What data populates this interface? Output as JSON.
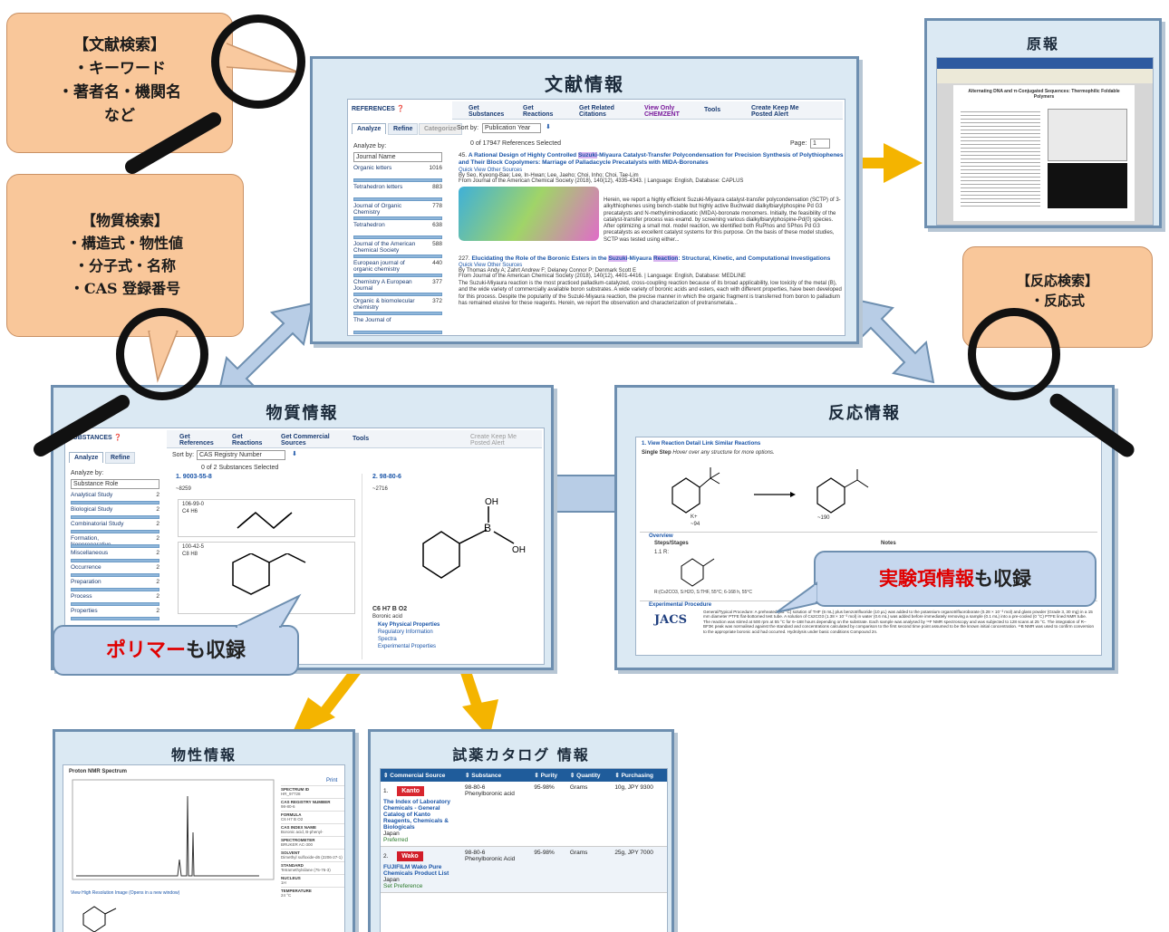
{
  "callouts": {
    "lit_search": {
      "title": "【文献検索】",
      "lines": [
        "・キーワード",
        "・著者名・機関名",
        "など"
      ]
    },
    "sub_search": {
      "title": "【物質検索】",
      "lines": [
        "・構造式・物性値",
        "・分子式・名称",
        "・CAS 登録番号"
      ]
    },
    "rxn_search": {
      "title": "【反応検索】",
      "lines": [
        "・反応式"
      ]
    },
    "polymer": {
      "red": "ポリマー",
      "black": "も収録"
    },
    "experimental": {
      "red": "実験項情報",
      "black": "も収録"
    }
  },
  "panels": {
    "references": {
      "title": "文献情報",
      "header": "REFERENCES",
      "toolbar": [
        "Get Substances",
        "Get Reactions",
        "Get Related Citations",
        "View Only CHEMZENT",
        "Tools",
        "Create Keep Me Posted Alert"
      ],
      "tabs": [
        "Analyze",
        "Refine",
        "Categorize"
      ],
      "sort_by": "Sort by:",
      "sort_value": "Publication Year",
      "selected": "0 of 17947 References Selected",
      "page_label": "Page:",
      "page_value": "1",
      "analyze_by": "Analyze by:",
      "analyze_value": "Journal Name",
      "side": [
        {
          "label": "Organic letters",
          "count": "1016"
        },
        {
          "label": "Tetrahedron letters",
          "count": "883"
        },
        {
          "label": "Journal of Organic Chemistry",
          "count": "778"
        },
        {
          "label": "Tetrahedron",
          "count": "638"
        },
        {
          "label": "Journal of the American Chemical Society",
          "count": "588"
        },
        {
          "label": "European journal of organic chemistry",
          "count": "440"
        },
        {
          "label": "Chemistry A European Journal",
          "count": "377"
        },
        {
          "label": "Organic & biomolecular chemistry",
          "count": "372"
        },
        {
          "label": "The Journal of",
          "count": ""
        }
      ],
      "ref1": {
        "num": "45.",
        "title_a": "A Rational Design of Highly Controlled ",
        "title_hl": "Suzuki",
        "title_b": "-Miyaura Catalyst-Transfer Polycondensation for Precision Synthesis of Polythiophenes and Their Block Copolymers: Marriage of Palladacycle Precatalysts with MIDA-Boronates",
        "links": "Quick View   Other Sources",
        "authors": "By Seo, Kyeong-Bae; Lee, In-Hwan; Lee, Jaeho; Choi, Inho; Choi, Tae-Lim",
        "source": "From Journal of the American Chemical Society (2018), 140(12), 4335-4343. | Language: English, Database: CAPLUS",
        "abstract": "Herein, we report a highly efficient Suzuki-Miyaura catalyst-transfer polycondensation (SCTP) of 3-alkylthiophenes using bench-stable but highly active Buchwald dialkylbiarylphospine Pd G3 precatalysts and N-methyliminodiacetic (MIDA)-boronate monomers. Initially, the feasibility of the catalyst-transfer process was examd. by screening various dialkylbiarylphospine-Pd(0) species. After optimizing a small mol. model reaction, we identified both RuPhos and SPhos Pd G3 precatalysts as excellent catalyst systems for this purpose. On the basis of these model studies, SCTP was tested using either..."
      },
      "ref2": {
        "num": "227.",
        "title_a": "Elucidating the Role of the Boronic Esters in the ",
        "title_hl": "Suzuki",
        "title_b": "-Miyaura ",
        "title_hl2": "Reaction",
        "title_c": ": Structural, Kinetic, and Computational Investigations",
        "links": "Quick View   Other Sources",
        "authors": "By Thomas Andy A; Zahrt Andrew F; Delaney Connor P; Denmark Scott E",
        "source": "From Journal of the American Chemical Society (2018), 140(12), 4401-4416. | Language: English, Database: MEDLINE",
        "abstract": "The Suzuki-Miyaura reaction is the most practiced palladium-catalyzed, cross-coupling reaction because of its broad applicability, low toxicity of the metal (B), and the wide variety of commercially available boron substrates. A wide variety of boronic acids and esters, each with different properties, have been developed for this process. Despite the popularity of the Suzuki-Miyaura reaction, the precise manner in which the organic fragment is transferred from boron to palladium has remained elusive for these reagents. Herein, we report the observation and characterization of pretransmetala..."
      }
    },
    "original": {
      "title": "原報",
      "paper_title": "Alternating DNA and π-Conjugated Sequences: Thermophilic Foldable Polymers"
    },
    "substances": {
      "title": "物質情報",
      "header": "SUBSTANCES",
      "toolbar": [
        "Get References",
        "Get Reactions",
        "Get Commercial Sources",
        "Tools",
        "Create Keep Me Posted Alert"
      ],
      "tabs": [
        "Analyze",
        "Refine"
      ],
      "sort_by": "Sort by:",
      "sort_value": "CAS Registry Number",
      "selected": "0 of 2 Substances Selected",
      "analyze_by": "Analyze by:",
      "analyze_value": "Substance Role",
      "side": [
        {
          "label": "Analytical Study",
          "count": "2"
        },
        {
          "label": "Biological Study",
          "count": "2"
        },
        {
          "label": "Combinatorial Study",
          "count": "2"
        },
        {
          "label": "Formation, Nonpreparative",
          "count": "2"
        },
        {
          "label": "Miscellaneous",
          "count": "2"
        },
        {
          "label": "Occurrence",
          "count": "2"
        },
        {
          "label": "Preparation",
          "count": "2"
        },
        {
          "label": "Process",
          "count": "2"
        },
        {
          "label": "Properties",
          "count": "2"
        }
      ],
      "sub1": {
        "num": "1.",
        "cas": "9003-55-8",
        "refs": "~8259",
        "comp1": "106-99-0",
        "f1": "C4 H6",
        "comp2": "100-42-5",
        "f2": "C8 H8"
      },
      "sub2": {
        "num": "2.",
        "cas": "98-80-6",
        "refs": "~2716",
        "formula": "C6 H7 B O2",
        "name": "Boronic acid",
        "key": "Key Physical Properties",
        "reg": "Regulatory Information",
        "spec": "Spectra",
        "exp": "Experimental Properties"
      }
    },
    "reactions": {
      "title": "反応情報",
      "view": "1. View Reaction Detail   Link   Similar Reactions",
      "single": "Single Step",
      "hover": "Hover over any structure for more options.",
      "overview": "Overview",
      "steps": "Steps/Stages",
      "notes": "Notes",
      "stage": "1.1 R:",
      "conditions": "R:(Cs2CO3, S:H2O, S:THF, 55°C; 6-168 h, 55°C",
      "exp_title": "Experimental Procedure",
      "journal": "JACS",
      "exp_text": "General/Typical Procedure: A preheated (55 °C) solution of THF (6 mL) plus benzotrifluoride (10 μL) was added to the potassium organotrifluoroborate (0.28 × 10⁻³ mol) and glass powder (Grade 3, 30 mg) in a 15 mm diameter PTFE flat-bottomed test tube. A solution of Cs2CO3 (1.38 × 10⁻³ mol) in water (0.6 mL) was added before immediately removing a sample (0.1 mL) into a pre-cooled (0 °C) PTFE lined NMR tube. The reaction was stirred at 500 rpm at 55 °C for 6–168 hours depending on the substrate. Each sample was analysed by ¹⁹F NMR spectroscopy and was subjected to 128 scans at 25 °C. The integration of R–BF3K peak was normalised against the standard and concentrations calculated by comparison to the first second time point assumed to be the known initial concentration. ¹¹B NMR was used to confirm conversion to the appropriate boronic acid had occurred. Hydrolysis under basic conditions Compound 2n.",
      "reagent": "K+",
      "count1": "~94",
      "count2": "~190"
    },
    "props": {
      "title": "物性情報",
      "spectrum": "Proton NMR Spectrum",
      "print": "Print",
      "view_link": "View High Resolution Image (Opens in a new window)",
      "fields": [
        {
          "label": "SPECTRUM ID",
          "value": "HR_97728"
        },
        {
          "label": "CAS REGISTRY NUMBER",
          "value": "98-80-6"
        },
        {
          "label": "FORMULA",
          "value": "C6 H7 B O2"
        },
        {
          "label": "CAS INDEX NAME",
          "value": "Boronic acid, B-phenyl-"
        },
        {
          "label": "SPECTROMETER",
          "value": "BRUKER AC-300"
        },
        {
          "label": "SOLVENT",
          "value": "Dimethyl sulfoxide-d6 (2206-27-1)"
        },
        {
          "label": "STANDARD",
          "value": "Tetramethylsilane (75-76-3)"
        },
        {
          "label": "NUCLEUS",
          "value": "1H"
        },
        {
          "label": "TEMPERATURE",
          "value": "24 °C"
        }
      ]
    },
    "catalog": {
      "title": "試薬カタログ 情報",
      "columns": [
        "Commercial Source",
        "Substance",
        "Purity",
        "Quantity",
        "Purchasing"
      ],
      "rows": [
        {
          "num": "1.",
          "logo": "Kanto",
          "name": "The Index of Laboratory Chemicals - General Catalog of Kanto Reagents, Chemicals & Biologicals",
          "country": "Japan",
          "pref": "Preferred",
          "cas": "98-80-6",
          "sub": "Phenylboronic acid",
          "purity": "95-98%",
          "qty": "Grams",
          "price": "10g, JPY 9300"
        },
        {
          "num": "2.",
          "logo": "Wako",
          "name": "FUJIFILM Wako Pure Chemicals Product List",
          "country": "Japan",
          "pref": "Set Preference",
          "cas": "98-80-6",
          "sub": "Phenylboronic Acid",
          "purity": "95-98%",
          "qty": "Grams",
          "price": "25g, JPY 7000"
        }
      ]
    }
  }
}
